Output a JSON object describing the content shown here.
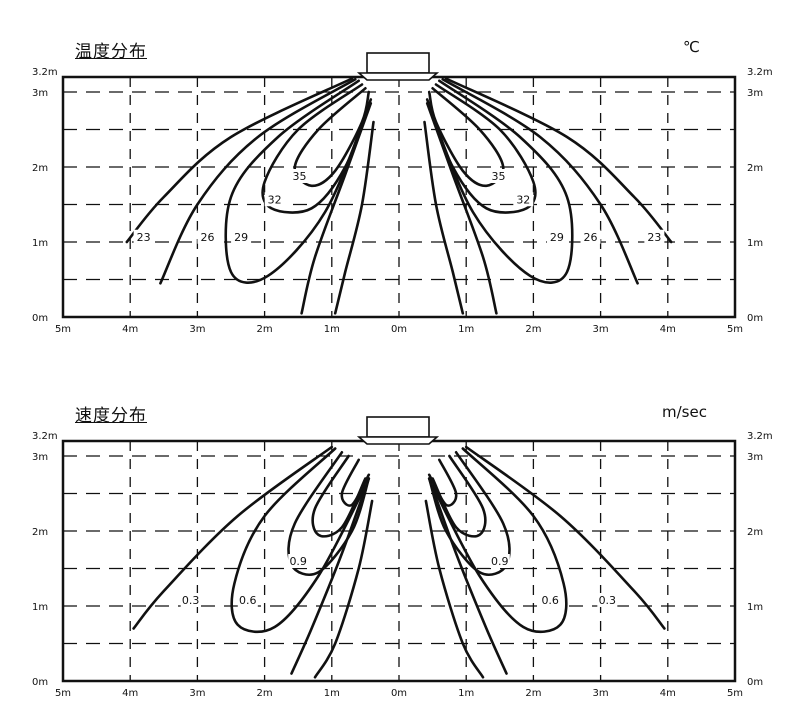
{
  "chart_data": [
    {
      "type": "line",
      "chart_kind": "contour",
      "title": "温度分布",
      "unit": "℃",
      "xlim": [
        -5,
        5
      ],
      "ylim": [
        0,
        3.2
      ],
      "grid": true,
      "x_ticks": [
        "5m",
        "4m",
        "3m",
        "2m",
        "1m",
        "0m",
        "1m",
        "2m",
        "3m",
        "4m",
        "5m"
      ],
      "y_ticks_left": [
        "0m",
        "1m",
        "2m",
        "3m",
        "3.2m"
      ],
      "y_ticks_right": [
        "0m",
        "1m",
        "2m",
        "3m",
        "3.2m"
      ],
      "contours": [
        {
          "name": "35",
          "label_at": [
            -1.48,
            1.88
          ],
          "points_left": [
            [
              -0.5,
              3.05
            ],
            [
              -1.2,
              2.5
            ],
            [
              -1.55,
              2.0
            ],
            [
              -1.3,
              1.75
            ],
            [
              -0.95,
              1.95
            ],
            [
              -0.55,
              2.6
            ],
            [
              -0.45,
              3.0
            ]
          ]
        },
        {
          "name": "32",
          "label_at": [
            -1.85,
            1.57
          ],
          "points_left": [
            [
              -0.55,
              3.1
            ],
            [
              -1.5,
              2.5
            ],
            [
              -2.0,
              1.8
            ],
            [
              -1.9,
              1.45
            ],
            [
              -1.3,
              1.45
            ],
            [
              -0.8,
              2.0
            ],
            [
              -0.42,
              2.9
            ]
          ]
        },
        {
          "name": "29",
          "label_at": [
            -2.35,
            1.07
          ],
          "points_left": [
            [
              -0.6,
              3.15
            ],
            [
              -1.8,
              2.4
            ],
            [
              -2.5,
              1.6
            ],
            [
              -2.5,
              0.6
            ],
            [
              -1.95,
              0.55
            ],
            [
              -1.1,
              1.4
            ],
            [
              -0.45,
              2.8
            ]
          ]
        },
        {
          "name": "26",
          "label_at": [
            -2.85,
            1.07
          ],
          "points_left": [
            [
              -0.65,
              3.17
            ],
            [
              -2.1,
              2.4
            ],
            [
              -3.0,
              1.5
            ],
            [
              -3.55,
              0.45
            ]
          ]
        },
        {
          "name": "23",
          "label_at": [
            -3.8,
            1.07
          ],
          "points_left": [
            [
              -0.7,
              3.18
            ],
            [
              -2.5,
              2.4
            ],
            [
              -3.5,
              1.6
            ],
            [
              -4.05,
              1.0
            ]
          ]
        },
        {
          "name": "",
          "points_left": [
            [
              -0.42,
              2.85
            ],
            [
              -0.8,
              1.9
            ],
            [
              -1.25,
              0.8
            ],
            [
              -1.45,
              0.05
            ]
          ]
        },
        {
          "name": "",
          "points_left": [
            [
              -0.38,
              2.6
            ],
            [
              -0.55,
              1.5
            ],
            [
              -0.8,
              0.6
            ],
            [
              -0.95,
              0.05
            ]
          ]
        }
      ]
    },
    {
      "type": "line",
      "chart_kind": "contour",
      "title": "速度分布",
      "unit": "m/sec",
      "xlim": [
        -5,
        5
      ],
      "ylim": [
        0,
        3.2
      ],
      "grid": true,
      "x_ticks": [
        "5m",
        "4m",
        "3m",
        "2m",
        "1m",
        "0m",
        "1m",
        "2m",
        "3m",
        "4m",
        "5m"
      ],
      "y_ticks_left": [
        "0m",
        "1m",
        "2m",
        "3m",
        "3.2m"
      ],
      "y_ticks_right": [
        "0m",
        "1m",
        "2m",
        "3m",
        "3.2m"
      ],
      "contours": [
        {
          "name": "0.9",
          "label_at": [
            -1.5,
            1.6
          ],
          "points_left": [
            [
              -0.85,
              3.05
            ],
            [
              -1.55,
              2.1
            ],
            [
              -1.6,
              1.55
            ],
            [
              -1.2,
              1.45
            ],
            [
              -0.7,
              2.0
            ],
            [
              -0.45,
              2.7
            ]
          ]
        },
        {
          "name": "",
          "points_left": [
            [
              -0.75,
              3.0
            ],
            [
              -1.25,
              2.3
            ],
            [
              -1.2,
              1.95
            ],
            [
              -0.85,
              2.05
            ],
            [
              -0.5,
              2.7
            ]
          ]
        },
        {
          "name": "",
          "points_left": [
            [
              -0.6,
              2.95
            ],
            [
              -0.85,
              2.5
            ],
            [
              -0.7,
              2.35
            ],
            [
              -0.45,
              2.75
            ]
          ]
        },
        {
          "name": "0.6",
          "label_at": [
            -2.25,
            1.08
          ],
          "points_left": [
            [
              -0.95,
              3.1
            ],
            [
              -2.0,
              2.2
            ],
            [
              -2.45,
              1.3
            ],
            [
              -2.4,
              0.75
            ],
            [
              -1.85,
              0.72
            ],
            [
              -1.2,
              1.4
            ],
            [
              -0.5,
              2.6
            ]
          ]
        },
        {
          "name": "0.3",
          "label_at": [
            -3.1,
            1.08
          ],
          "points_left": [
            [
              -1.0,
              3.12
            ],
            [
              -2.4,
              2.2
            ],
            [
              -3.5,
              1.2
            ],
            [
              -3.95,
              0.7
            ]
          ]
        },
        {
          "name": "",
          "points_left": [
            [
              -0.45,
              2.7
            ],
            [
              -0.85,
              1.7
            ],
            [
              -1.3,
              0.7
            ],
            [
              -1.6,
              0.1
            ]
          ]
        },
        {
          "name": "",
          "points_left": [
            [
              -0.4,
              2.4
            ],
            [
              -0.6,
              1.5
            ],
            [
              -0.95,
              0.5
            ],
            [
              -1.25,
              0.05
            ]
          ]
        }
      ]
    }
  ]
}
